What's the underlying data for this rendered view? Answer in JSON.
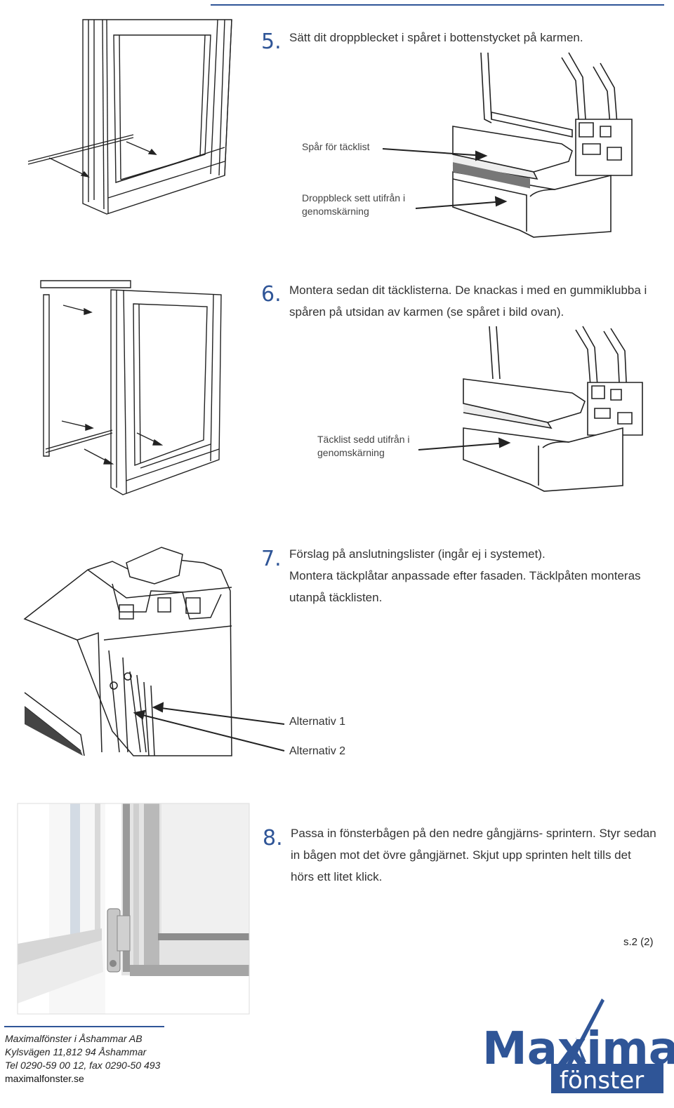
{
  "steps": [
    {
      "number": "5.",
      "text": "Sätt dit droppblecket i spåret i bottenstycket på karmen."
    },
    {
      "number": "6.",
      "text_lines": [
        "Montera sedan dit täcklisterna. De knackas i med en gummiklubba i",
        "spåren på utsidan av karmen (se spåret i bild ovan)."
      ]
    },
    {
      "number": "7.",
      "text_lines": [
        "Förslag på anslutningslister (ingår ej i systemet).",
        "Montera täckplåtar anpassade efter fasaden. Täcklpåten monteras",
        "utanpå täcklisten."
      ]
    },
    {
      "number": "8.",
      "text_lines": [
        "Passa in fönsterbågen på den nedre gångjärns- sprintern. Styr sedan",
        "in bågen mot det övre gångjärnet. Skjut upp sprinten helt tills det",
        "hörs ett litet klick."
      ]
    }
  ],
  "callouts": {
    "spar": "Spår för täcklist",
    "droppbleck": [
      "Droppbleck sett utifrån i",
      "genomskärning"
    ],
    "tacklist": [
      "Täcklist sedd utifrån i",
      "genomskärning"
    ],
    "alt1": "Alternativ 1",
    "alt2": "Alternativ 2"
  },
  "page_number": "s.2 (2)",
  "footer": {
    "company": "Maximalfönster i Åshammar AB",
    "address": "Kylsvägen 11,812 94 Åshammar",
    "phone": "Tel 0290-59 00 12, fax 0290-50 493",
    "website": "maximalfonster.se"
  },
  "logo": {
    "word1": "Maximal",
    "word2": "fönster"
  },
  "colors": {
    "accent": "#2f5597",
    "text": "#333333"
  }
}
